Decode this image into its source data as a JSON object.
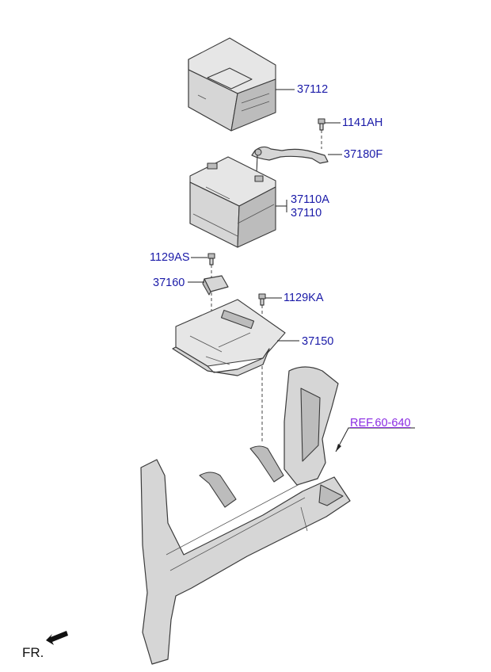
{
  "labels": {
    "cover": "37112",
    "bolt_top": "1141AH",
    "cable": "37180F",
    "battery_a": "37110A",
    "battery": "37110",
    "bolt_left": "1129AS",
    "clamp": "37160",
    "bolt_tray": "1129KA",
    "tray": "37150",
    "reference": "REF.60-640"
  },
  "orientation": {
    "front_label": "FR."
  },
  "colors": {
    "label_text": "#1a1aa8",
    "reference_text": "#8a2be2",
    "part_fill": "#d6d6d6",
    "outline": "#3a3a3a"
  },
  "icons": {
    "front_arrow": "arrow-down-left-icon"
  }
}
